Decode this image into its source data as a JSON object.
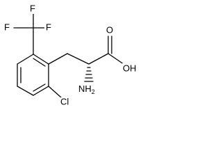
{
  "molecule": {
    "atoms": {
      "f_top": "F",
      "f_left": "F",
      "f_mid": "F",
      "o_carbonyl": "O",
      "oh": "OH",
      "nh2_main": "NH",
      "nh2_sub": "2",
      "cl": "Cl"
    },
    "colors": {
      "bond": "#000000",
      "text": "#000000",
      "background": "#ffffff"
    }
  }
}
